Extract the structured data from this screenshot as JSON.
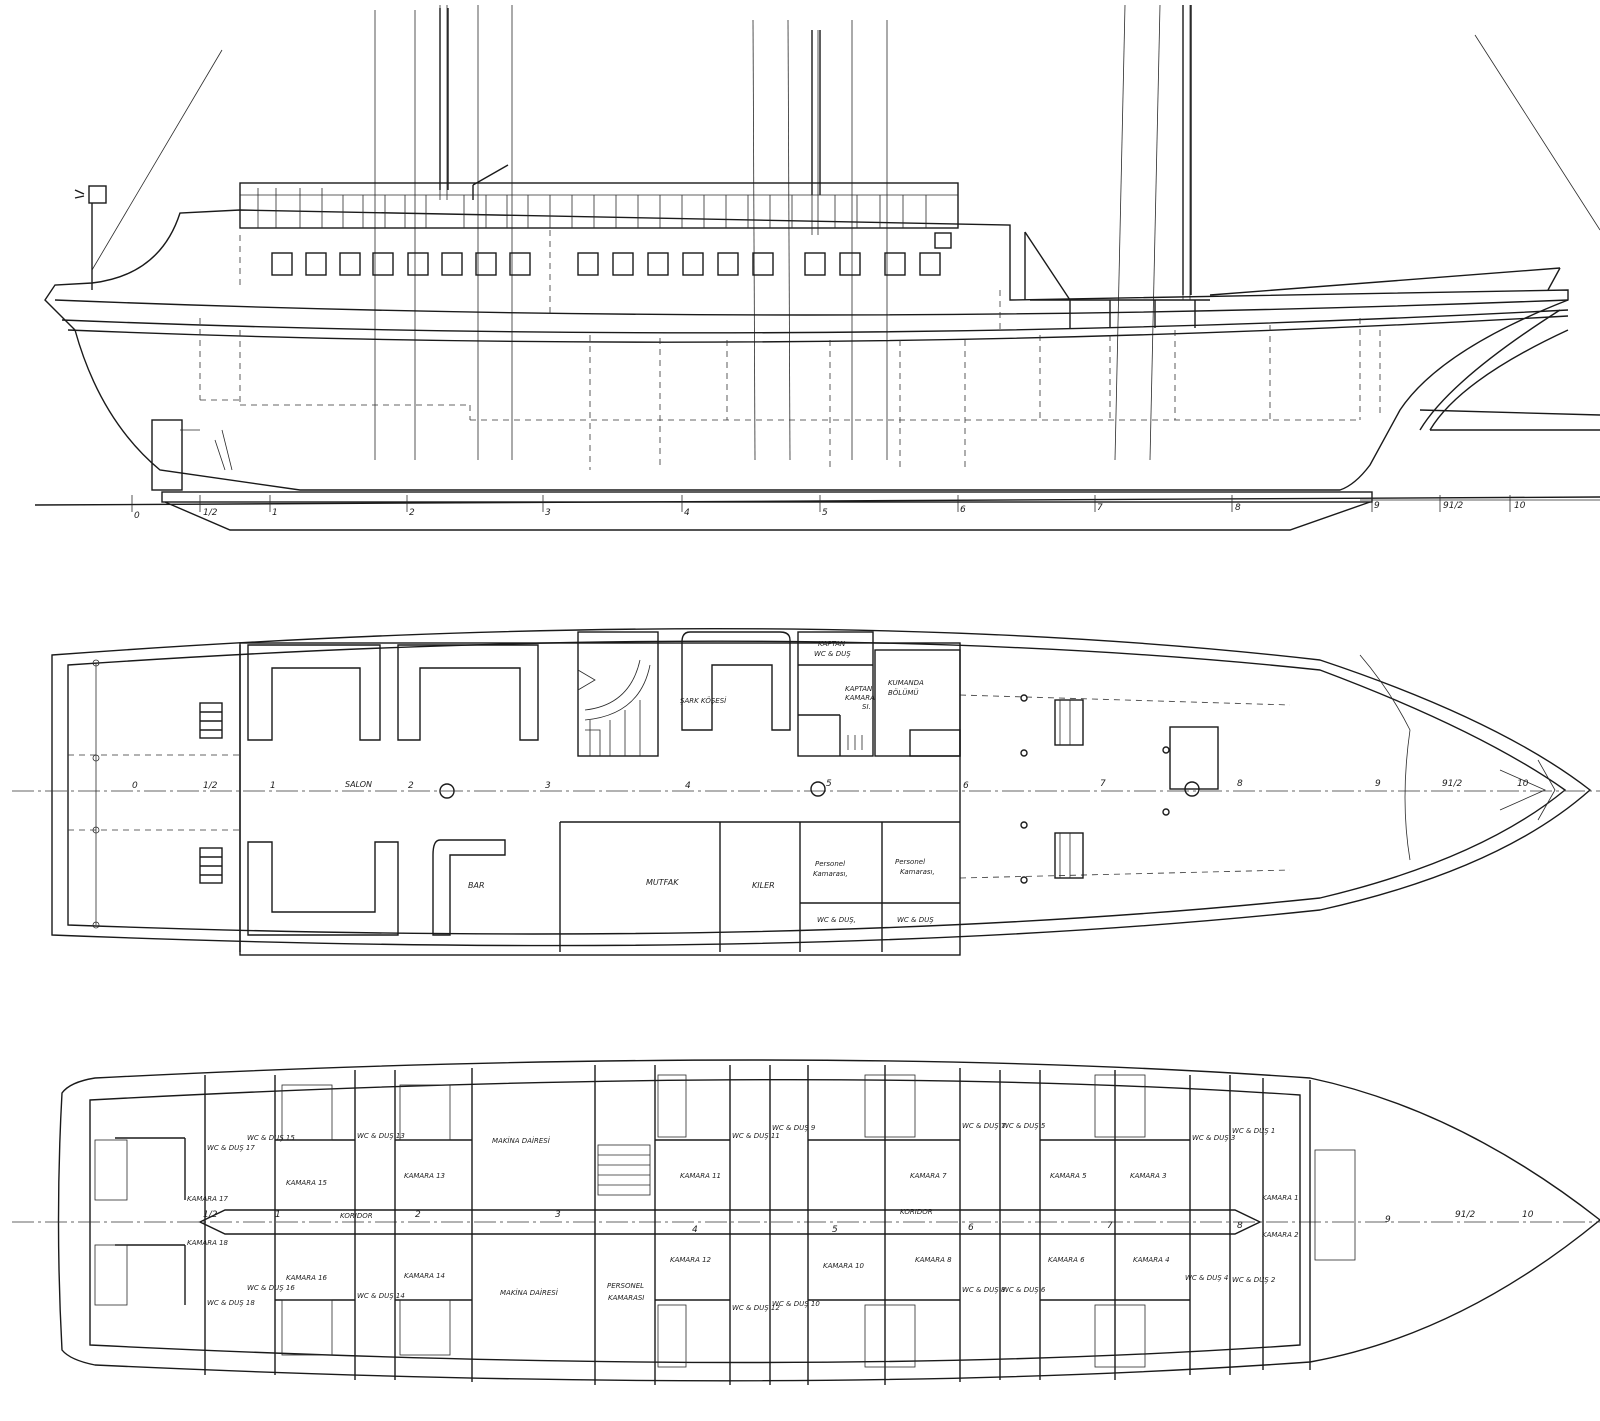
{
  "profile": {
    "stations": [
      "0",
      "1/2",
      "1",
      "2",
      "3",
      "4",
      "5",
      "6",
      "7",
      "8",
      "9",
      "91/2",
      "10"
    ]
  },
  "main_deck": {
    "stations": [
      "0",
      "1/2",
      "1",
      "2",
      "3",
      "4",
      "5",
      "6",
      "7",
      "8",
      "9",
      "91/2",
      "10"
    ],
    "rooms": {
      "salon": "SALON",
      "bar": "BAR",
      "mutfak": "MUTFAK",
      "kiler": "KILER",
      "sark_kosesi": "ŞARK KÖŞESİ",
      "kaptan_wc": [
        "KAPTAN",
        "WC & DUŞ"
      ],
      "kaptan_kamarasi": [
        "KAPTAN",
        "KAMARA",
        "SI."
      ],
      "kumanda_bolumu": [
        "KUMANDA",
        "BÖLÜMÜ"
      ],
      "personel_1": [
        "Personel",
        "Kamarası,"
      ],
      "personel_2": [
        "Personel",
        "Kamarası,"
      ],
      "wc_1": "WC & DUŞ,",
      "wc_2": "WC & DUŞ"
    }
  },
  "lower_deck": {
    "stations": [
      "1/2",
      "1",
      "2",
      "3",
      "4",
      "5",
      "6",
      "7",
      "8",
      "9",
      "91/2",
      "10"
    ],
    "koridor": [
      "KORIDOR",
      "KORIDOR"
    ],
    "makina_1": "MAKİNA DAİRESİ",
    "makina_2": "MAKİNA DAİRESİ",
    "personel": [
      "PERSONEL",
      "KAMARASI"
    ],
    "cabins_top": [
      "KAMARA 17",
      "KAMARA 15",
      "KAMARA 13",
      "KAMARA 11",
      "KAMARA 7",
      "KAMARA 5",
      "KAMARA 3",
      "KAMARA 1"
    ],
    "cabins_bottom": [
      "KAMARA 18",
      "KAMARA 16",
      "KAMARA 14",
      "KAMARA 12",
      "KAMARA 10",
      "KAMARA 8",
      "KAMARA 6",
      "KAMARA 4",
      "KAMARA 2"
    ],
    "wc_top": [
      "WC & DUŞ 17",
      "WC & DUŞ 15",
      "WC & DUŞ 13",
      "WC & DUŞ 11",
      "WC & DUŞ 9",
      "WC & DUŞ 7",
      "WC & DUŞ 5",
      "WC & DUŞ 3",
      "WC & DUŞ 1"
    ],
    "wc_bottom": [
      "WC & DUŞ 18",
      "WC & DUŞ 16",
      "WC & DUŞ 14",
      "WC & DUŞ 12",
      "WC & DUŞ 10",
      "WC & DUŞ 8",
      "WC & DUŞ 6",
      "WC & DUŞ 4",
      "WC & DUŞ 2"
    ]
  }
}
